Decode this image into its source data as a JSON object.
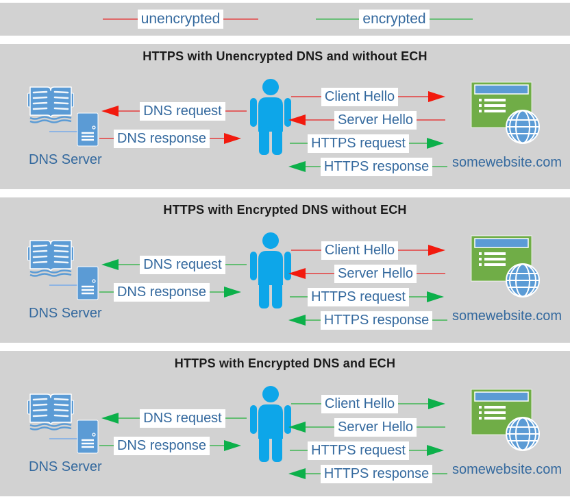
{
  "colors": {
    "band_gray": "#d2d2d2",
    "title_text": "#1b1b1b",
    "label_text": "#34699e",
    "label_bg": "#ffffff",
    "person_blue": "#0da6e9",
    "office_blue": "#5b9bd5",
    "office_green": "#70ad47",
    "red_line": "#e06161",
    "red_head": "#f21a0e",
    "green_line": "#63bd72",
    "green_head": "#0cb04a"
  },
  "icons": {
    "dns_server": "open-book-with-server-tower",
    "user": "person-silhouette",
    "website": "browser-window-with-globe"
  },
  "legend": {
    "items": [
      {
        "label": "unencrypted",
        "line_color": "#e06161"
      },
      {
        "label": "encrypted",
        "line_color": "#63bd72"
      }
    ]
  },
  "panels": [
    {
      "title": "HTTPS with Unencrypted DNS and without ECH",
      "dns_server_label": "DNS Server",
      "website_label": "somewebsite.com",
      "arrows": {
        "dns_request": {
          "label": "DNS request",
          "dir": "left",
          "line_color": "#e06161",
          "head_color": "#f21a0e"
        },
        "dns_response": {
          "label": "DNS response",
          "dir": "right",
          "line_color": "#e06161",
          "head_color": "#f21a0e"
        },
        "client_hello": {
          "label": "Client Hello",
          "dir": "right",
          "line_color": "#e06161",
          "head_color": "#f21a0e"
        },
        "server_hello": {
          "label": "Server Hello",
          "dir": "left",
          "line_color": "#e06161",
          "head_color": "#f21a0e"
        },
        "https_request": {
          "label": "HTTPS request",
          "dir": "right",
          "line_color": "#63bd72",
          "head_color": "#0cb04a"
        },
        "https_response": {
          "label": "HTTPS response",
          "dir": "left",
          "line_color": "#63bd72",
          "head_color": "#0cb04a"
        }
      }
    },
    {
      "title": "HTTPS with Encrypted DNS without ECH",
      "dns_server_label": "DNS Server",
      "website_label": "somewebsite.com",
      "arrows": {
        "dns_request": {
          "label": "DNS request",
          "dir": "left",
          "line_color": "#63bd72",
          "head_color": "#0cb04a"
        },
        "dns_response": {
          "label": "DNS response",
          "dir": "right",
          "line_color": "#63bd72",
          "head_color": "#0cb04a"
        },
        "client_hello": {
          "label": "Client Hello",
          "dir": "right",
          "line_color": "#e06161",
          "head_color": "#f21a0e"
        },
        "server_hello": {
          "label": "Server Hello",
          "dir": "left",
          "line_color": "#e06161",
          "head_color": "#f21a0e"
        },
        "https_request": {
          "label": "HTTPS request",
          "dir": "right",
          "line_color": "#63bd72",
          "head_color": "#0cb04a"
        },
        "https_response": {
          "label": "HTTPS response",
          "dir": "left",
          "line_color": "#63bd72",
          "head_color": "#0cb04a"
        }
      }
    },
    {
      "title": "HTTPS with Encrypted DNS and ECH",
      "dns_server_label": "DNS Server",
      "website_label": "somewebsite.com",
      "arrows": {
        "dns_request": {
          "label": "DNS request",
          "dir": "left",
          "line_color": "#63bd72",
          "head_color": "#0cb04a"
        },
        "dns_response": {
          "label": "DNS response",
          "dir": "right",
          "line_color": "#63bd72",
          "head_color": "#0cb04a"
        },
        "client_hello": {
          "label": "Client Hello",
          "dir": "right",
          "line_color": "#63bd72",
          "head_color": "#0cb04a"
        },
        "server_hello": {
          "label": "Server Hello",
          "dir": "left",
          "line_color": "#63bd72",
          "head_color": "#0cb04a"
        },
        "https_request": {
          "label": "HTTPS request",
          "dir": "right",
          "line_color": "#63bd72",
          "head_color": "#0cb04a"
        },
        "https_response": {
          "label": "HTTPS response",
          "dir": "left",
          "line_color": "#63bd72",
          "head_color": "#0cb04a"
        }
      }
    }
  ]
}
